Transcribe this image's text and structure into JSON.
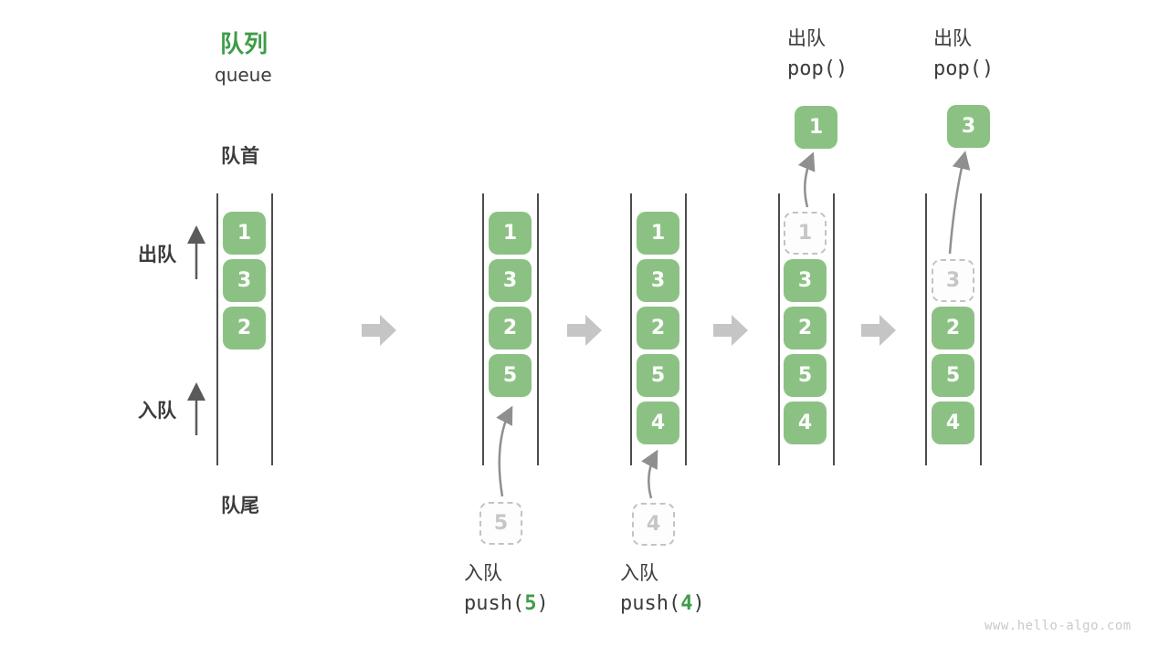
{
  "title": {
    "zh": "队列",
    "en": "queue"
  },
  "labels": {
    "front": "队首",
    "rear": "队尾",
    "dequeue_side": "出队",
    "enqueue_side": "入队"
  },
  "watermark": "www.hello-algo.com",
  "colors": {
    "accent_green": "#3f9d47",
    "item_green": "#8cc184",
    "dark_text": "#3c3c3c",
    "block_arrow_gray": "#c5c5c5",
    "curve_arrow_gray": "#8f8f8f",
    "dashed_gray": "#c3c3c3",
    "wall_gray": "#4c4c4c"
  },
  "states": [
    {
      "name": "initial",
      "slots": [
        {
          "v": "1"
        },
        {
          "v": "3"
        },
        {
          "v": "2"
        }
      ]
    },
    {
      "name": "after-push-5",
      "slots": [
        {
          "v": "1"
        },
        {
          "v": "3"
        },
        {
          "v": "2"
        },
        {
          "v": "5"
        }
      ],
      "incoming": "5",
      "op": {
        "side": "bottom",
        "zh": "入队",
        "code": [
          {
            "t": "push("
          },
          {
            "t": "5",
            "green": true
          },
          {
            "t": ")"
          }
        ]
      }
    },
    {
      "name": "after-push-4",
      "slots": [
        {
          "v": "1"
        },
        {
          "v": "3"
        },
        {
          "v": "2"
        },
        {
          "v": "5"
        },
        {
          "v": "4"
        }
      ],
      "incoming": "4",
      "op": {
        "side": "bottom",
        "zh": "入队",
        "code": [
          {
            "t": "push("
          },
          {
            "t": "4",
            "green": true
          },
          {
            "t": ")"
          }
        ]
      }
    },
    {
      "name": "after-pop-1",
      "slots": [
        {
          "v": "1",
          "dashed": true
        },
        {
          "v": "3"
        },
        {
          "v": "2"
        },
        {
          "v": "5"
        },
        {
          "v": "4"
        }
      ],
      "outgoing": "1",
      "op": {
        "side": "top",
        "zh": "出队",
        "code": [
          {
            "t": "pop()"
          }
        ]
      }
    },
    {
      "name": "after-pop-3",
      "slots": [
        {
          "v": ""
        },
        {
          "v": "3",
          "dashed": true
        },
        {
          "v": "2"
        },
        {
          "v": "5"
        },
        {
          "v": "4"
        }
      ],
      "outgoing": "3",
      "op": {
        "side": "top",
        "zh": "出队",
        "code": [
          {
            "t": "pop()"
          }
        ]
      }
    }
  ]
}
